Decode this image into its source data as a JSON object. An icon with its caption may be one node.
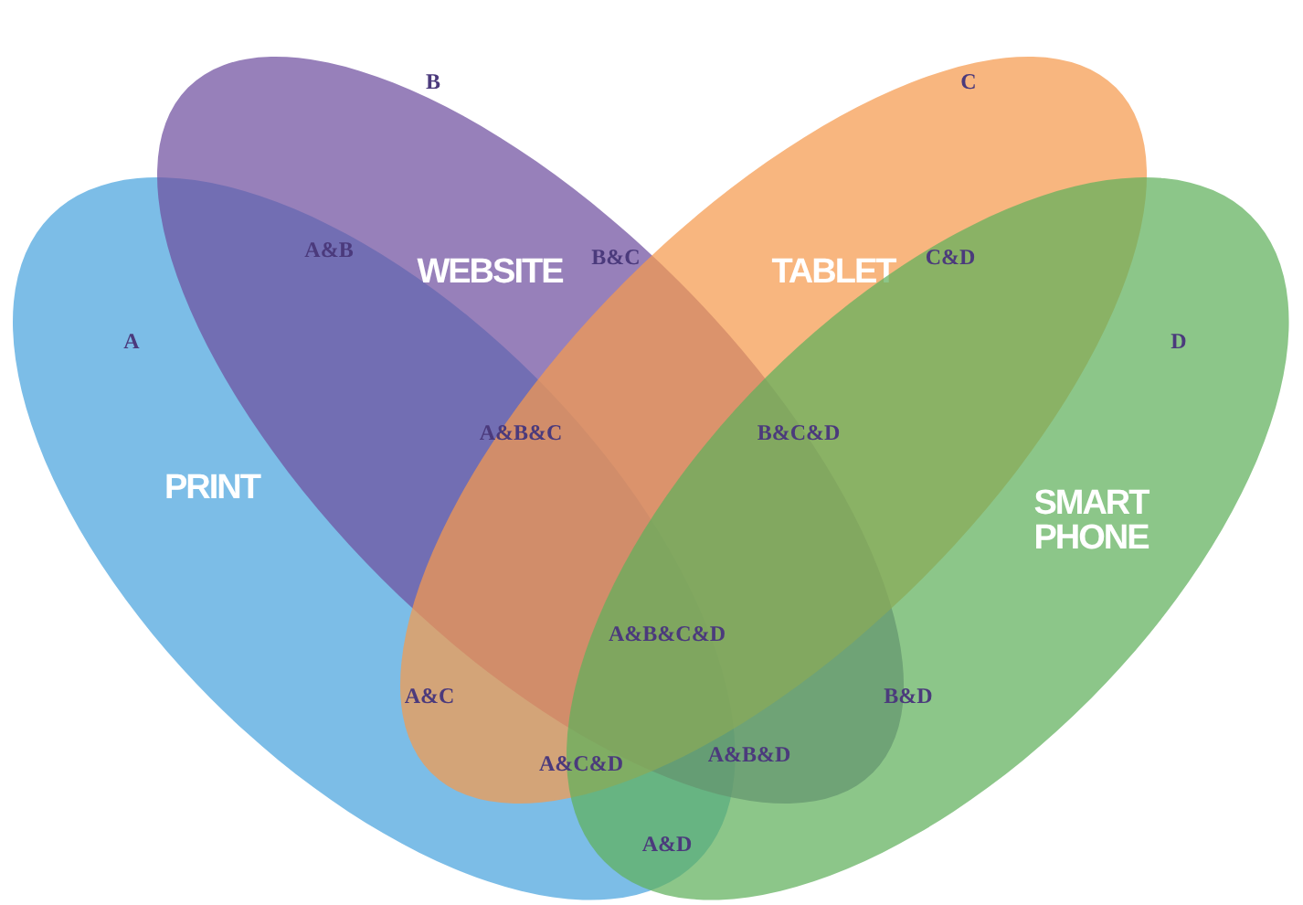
{
  "diagram": {
    "nodes": [
      {
        "text": [
          "PRINT"
        ]
      },
      {
        "text": [
          "WEBSITE"
        ]
      },
      {
        "text": [
          "TABLET"
        ]
      },
      {
        "text": [
          "SMART PHONE"
        ]
      }
    ],
    "labels": [
      "B",
      "C",
      "A&B",
      "B&C",
      "C&D",
      "A",
      "D",
      "A&B&C",
      "B&C&D",
      "A&B&C&D",
      "A&C",
      "B&D",
      "A&C&D",
      "A&B&D",
      "A&D"
    ]
  }
}
